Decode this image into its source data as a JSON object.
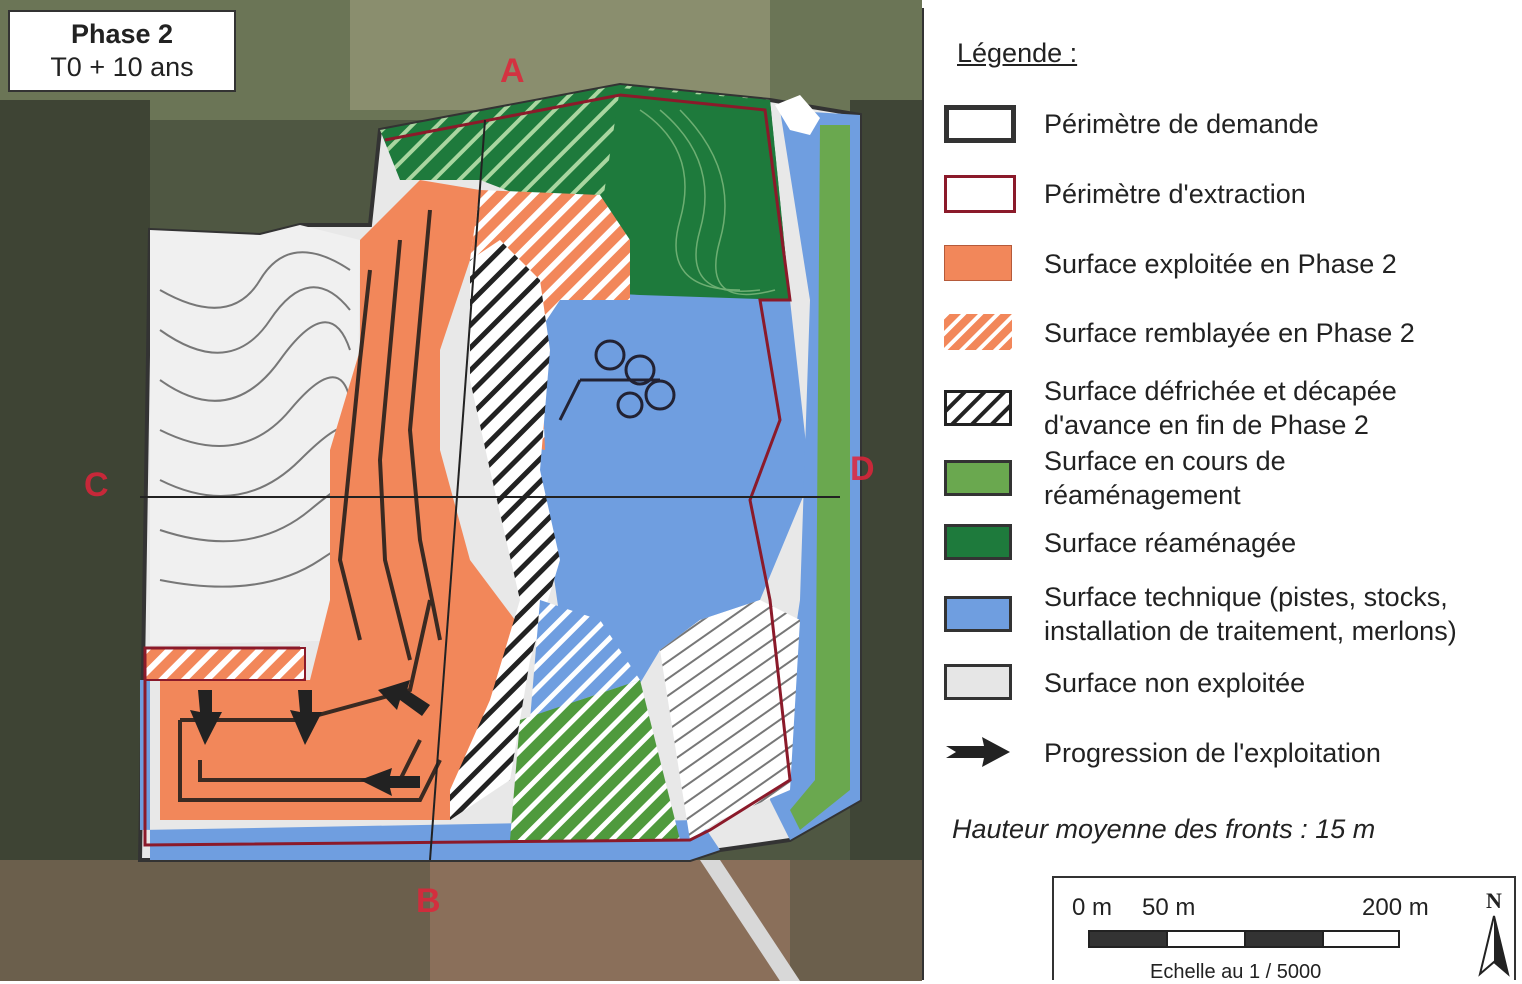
{
  "phase": {
    "title": "Phase 2",
    "subtitle": "T0 + 10 ans"
  },
  "section_points": {
    "a": "A",
    "b": "B",
    "c": "C",
    "d": "D"
  },
  "legend": {
    "title": "Légende :",
    "items": [
      {
        "label": "Périmètre de demande",
        "swatch": "outline-dark"
      },
      {
        "label": "Périmètre d'extraction",
        "swatch": "outline-red"
      },
      {
        "label": "Surface exploitée en Phase 2",
        "swatch": "orange"
      },
      {
        "label": "Surface remblayée en Phase 2",
        "swatch": "orange-hatch"
      },
      {
        "label": "Surface défrichée et décapée d'avance en fin de Phase 2",
        "line1": "Surface défrichée et décapée",
        "line2": "d'avance en fin de Phase 2",
        "swatch": "black-hatch"
      },
      {
        "label": "Surface en cours de réaménagement",
        "line1": "Surface en cours de",
        "line2": "réaménagement",
        "swatch": "light-green"
      },
      {
        "label": "Surface réaménagée",
        "swatch": "dark-green"
      },
      {
        "label": "Surface technique (pistes, stocks, installation de traitement, merlons)",
        "line1": "Surface technique (pistes, stocks,",
        "line2": "installation de traitement, merlons)",
        "swatch": "blue"
      },
      {
        "label": "Surface non exploitée",
        "swatch": "light-gray"
      },
      {
        "label": "Progression de l'exploitation",
        "swatch": "arrow-icon"
      }
    ],
    "hauteur": "Hauteur moyenne des fronts : 15 m"
  },
  "scale": {
    "l0": "0 m",
    "l50": "50 m",
    "l200": "200 m",
    "caption": "Echelle au 1 / 5000",
    "north": "N"
  },
  "colors": {
    "orange": "#f2875a",
    "light_green": "#6aa84f",
    "dark_green": "#1e7a3c",
    "blue": "#6f9ee0",
    "light_gray": "#e6e6e6",
    "red_line": "#8b1a2a",
    "dark_line": "#333333",
    "label_red": "#e0243a"
  }
}
